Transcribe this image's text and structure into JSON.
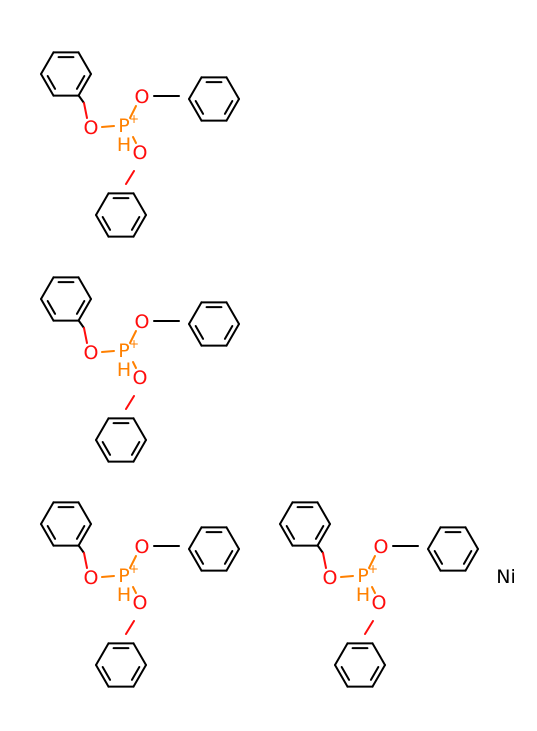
{
  "structure": {
    "molecules": [
      {
        "phosphorus": "P",
        "charge": "+",
        "hydrogen": "H",
        "oxygen": [
          "O",
          "O",
          "O"
        ]
      },
      {
        "phosphorus": "P",
        "charge": "+",
        "hydrogen": "H",
        "oxygen": [
          "O",
          "O",
          "O"
        ]
      },
      {
        "phosphorus": "P",
        "charge": "+",
        "hydrogen": "H",
        "oxygen": [
          "O",
          "O",
          "O"
        ]
      },
      {
        "phosphorus": "P",
        "charge": "+",
        "hydrogen": "H",
        "oxygen": [
          "O",
          "O",
          "O"
        ]
      }
    ],
    "metal": "Ni"
  },
  "colors": {
    "oxygen": "#ff0d0d",
    "phosphorus": "#ff8000",
    "bond": "#000000",
    "metal": "#000000"
  }
}
